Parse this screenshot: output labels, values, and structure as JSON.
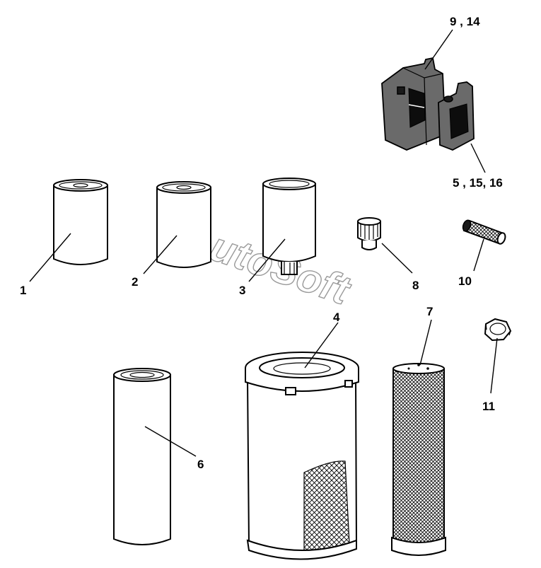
{
  "watermark": "AutoSoft",
  "callouts": {
    "c1": "1",
    "c2": "2",
    "c3": "3",
    "c4": "4",
    "c5": "5 , 15, 16",
    "c6": "6",
    "c7": "7",
    "c8": "8",
    "c9": "9 , 14",
    "c10": "10",
    "c11": "11"
  }
}
